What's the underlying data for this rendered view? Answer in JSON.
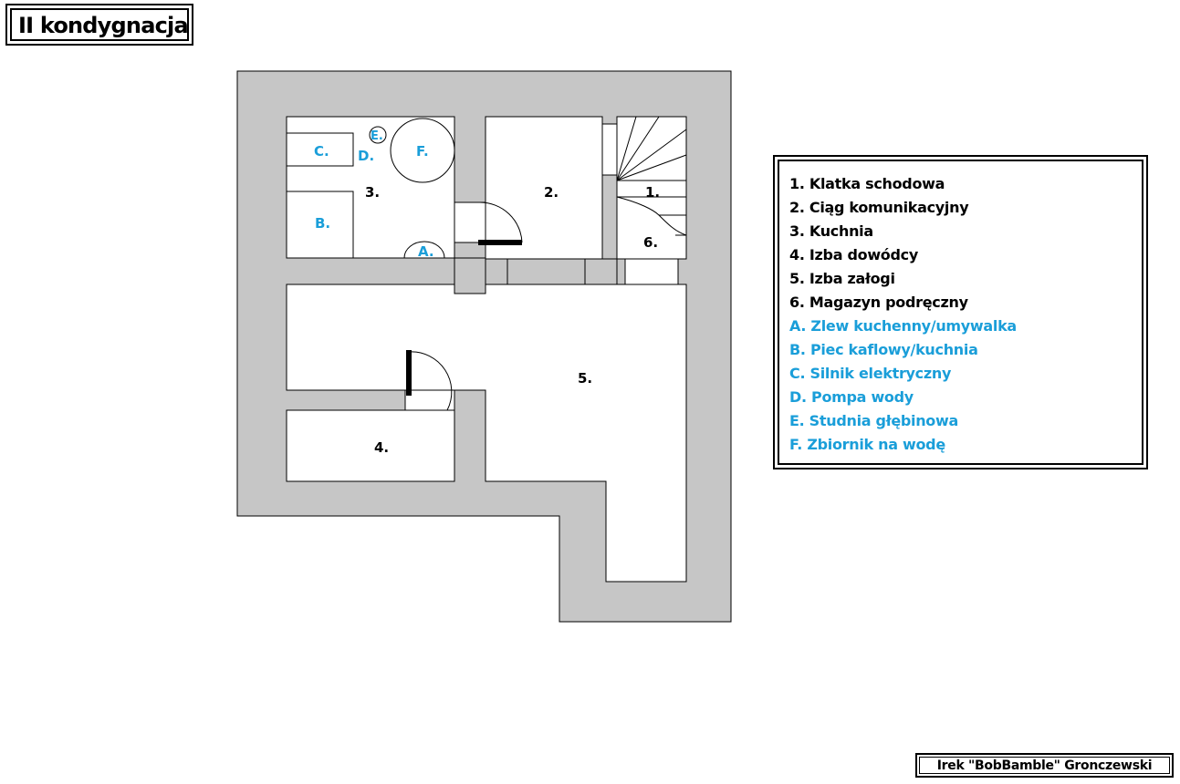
{
  "title": "II kondygnacja",
  "author": "Irek \"BobBamble\" Gronczewski",
  "colors": {
    "wall": "#c6c6c6",
    "room": "#ffffff",
    "line": "#000000",
    "equipment_label": "#1a9ed9"
  },
  "rooms": {
    "r1": "1.",
    "r2": "2.",
    "r3": "3.",
    "r4": "4.",
    "r5": "5.",
    "r6": "6."
  },
  "equipment": {
    "a": "A.",
    "b": "B.",
    "c": "C.",
    "d": "D.",
    "e": "E.",
    "f": "F."
  },
  "legend": [
    {
      "text": "1. Klatka schodowa",
      "kind": "room"
    },
    {
      "text": "2. Ciąg komunikacyjny",
      "kind": "room"
    },
    {
      "text": "3. Kuchnia",
      "kind": "room"
    },
    {
      "text": "4. Izba dowódcy",
      "kind": "room"
    },
    {
      "text": "5. Izba załogi",
      "kind": "room"
    },
    {
      "text": "6. Magazyn podręczny",
      "kind": "room"
    },
    {
      "text": "A. Zlew kuchenny/umywalka",
      "kind": "equipment"
    },
    {
      "text": "B. Piec kaflowy/kuchnia",
      "kind": "equipment"
    },
    {
      "text": "C. Silnik elektryczny",
      "kind": "equipment"
    },
    {
      "text": "D. Pompa wody",
      "kind": "equipment"
    },
    {
      "text": "E. Studnia głębinowa",
      "kind": "equipment"
    },
    {
      "text": "F. Zbiornik na wodę",
      "kind": "equipment"
    }
  ]
}
